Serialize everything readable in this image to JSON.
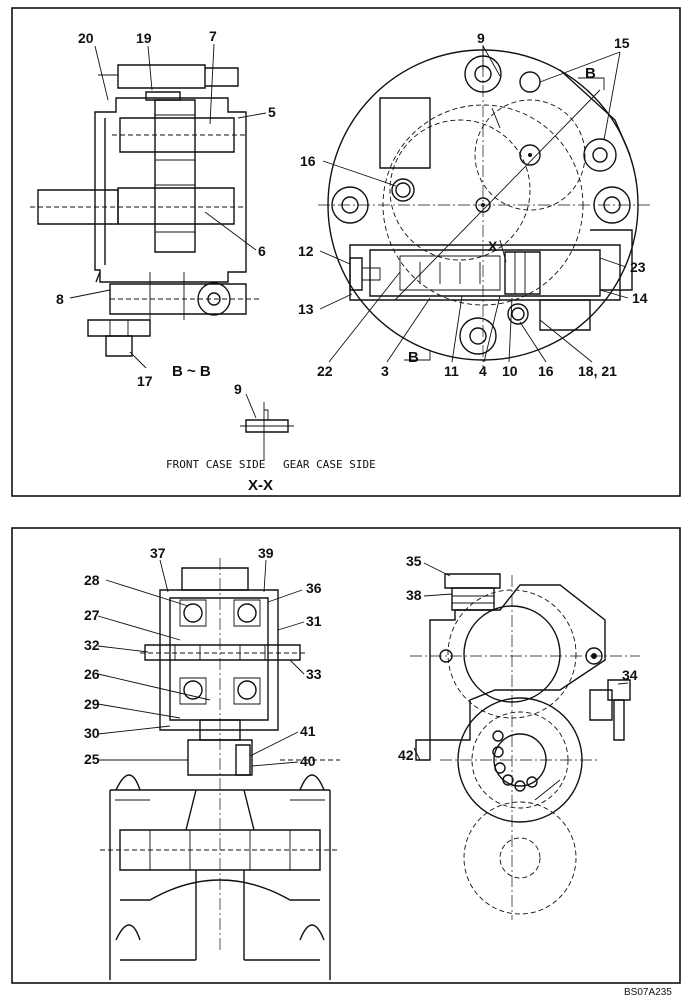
{
  "figure_code": "BS07A235",
  "top_panel": {
    "view_caption_bb": "B ~ B",
    "view_caption_xx": "X-X",
    "front_case_side": "FRONT CASE SIDE",
    "gear_case_side": "GEAR CASE SIDE",
    "section_mark_b": "B",
    "section_mark_x": "X",
    "callouts": {
      "c20": "20",
      "c19": "19",
      "c7": "7",
      "c5": "5",
      "c6": "6",
      "c8": "8",
      "c17": "17",
      "c9": "9",
      "c15": "15",
      "c16a": "16",
      "c12": "12",
      "c13": "13",
      "c22": "22",
      "c3": "3",
      "c11": "11",
      "c4": "4",
      "c10": "10",
      "c16b": "16",
      "c18_21": "18, 21",
      "c23": "23",
      "c14": "14",
      "c9xx": "9"
    }
  },
  "bottom_panel": {
    "callouts": {
      "c37": "37",
      "c39": "39",
      "c28": "28",
      "c36": "36",
      "c27": "27",
      "c31": "31",
      "c32": "32",
      "c33": "33",
      "c26": "26",
      "c29": "29",
      "c41": "41",
      "c30": "30",
      "c40": "40",
      "c25": "25",
      "c35": "35",
      "c38": "38",
      "c34": "34",
      "c42": "42"
    }
  }
}
